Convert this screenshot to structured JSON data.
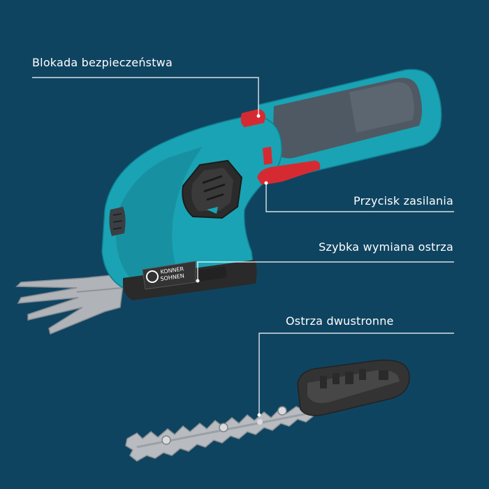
{
  "callouts": {
    "safety_lock": "Blokada bezpieczeństwa",
    "power_button": "Przycisk zasilania",
    "quick_blade_change": "Szybka wymiana ostrza",
    "double_sided_blades": "Ostrza dwustronne"
  },
  "brand": {
    "line1": "KONNER",
    "line2": "SOHNEN"
  },
  "colors": {
    "background": "#0f4461",
    "tool_body": "#1aa3b4",
    "grip": "#4f5963",
    "accent": "#d62a32",
    "leader_line": "#ffffff"
  }
}
